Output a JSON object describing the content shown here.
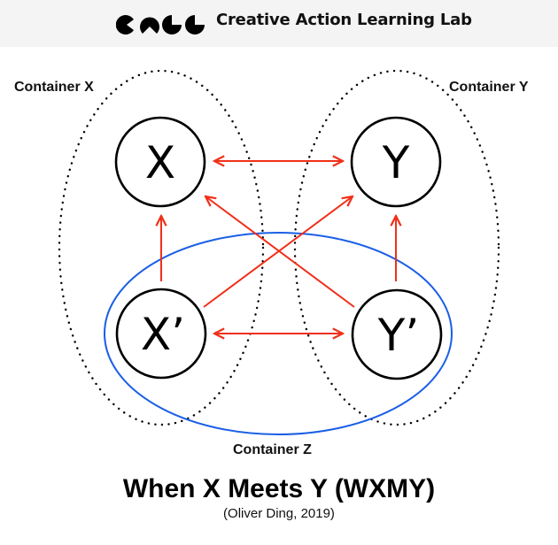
{
  "header": {
    "logo_name": "CALL logo",
    "brand": "Creative Action Learning Lab"
  },
  "containers": {
    "x": "Container X",
    "y": "Container Y",
    "z": "Container Z"
  },
  "nodes": {
    "x": "X",
    "y": "Y",
    "x_prime": "X’",
    "y_prime": "Y’"
  },
  "relations": [
    {
      "from": "X",
      "to": "Y",
      "type": "bidirectional"
    },
    {
      "from": "X’",
      "to": "Y’",
      "type": "bidirectional"
    },
    {
      "from": "X’",
      "to": "X",
      "type": "directed"
    },
    {
      "from": "Y’",
      "to": "Y",
      "type": "directed"
    },
    {
      "from": "X’",
      "to": "Y",
      "type": "directed"
    },
    {
      "from": "Y’",
      "to": "X",
      "type": "directed"
    }
  ],
  "colors": {
    "arrow": "#f0301a",
    "container_z": "#1a5fe6",
    "node_stroke": "#000000",
    "header_bg": "#f4f4f4"
  },
  "title": "When X Meets Y (WXMY)",
  "credit": "(Oliver Ding, 2019)"
}
